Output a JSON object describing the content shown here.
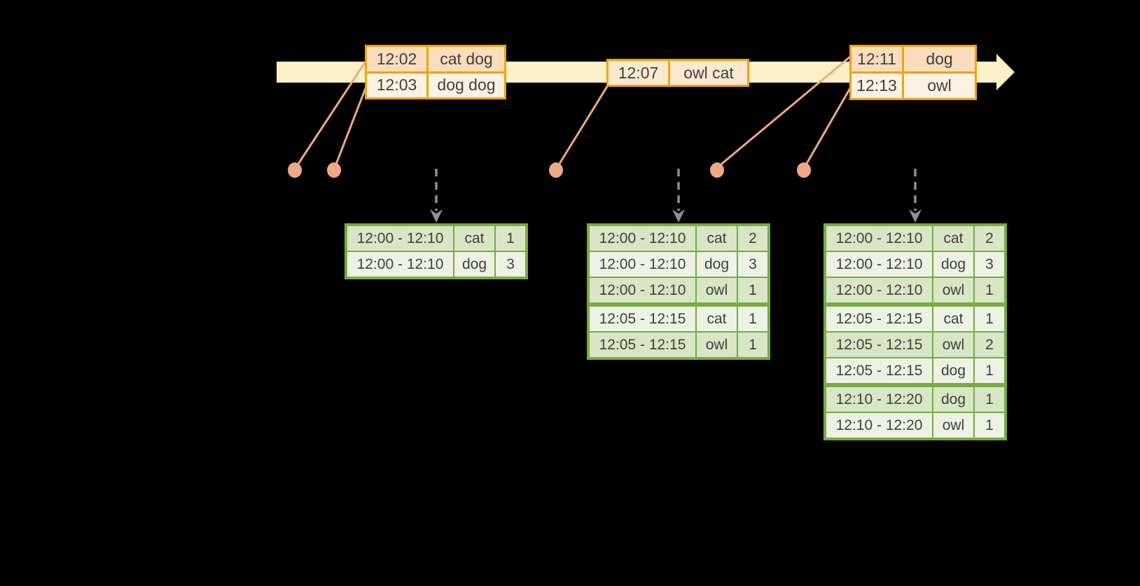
{
  "colors": {
    "background": "#000000",
    "timeline_band": "#FCF0C6",
    "event_table_border": "#F0A30B",
    "event_row_dark": "#FADDBD",
    "event_row_light": "#FDF2E3",
    "event_row_mid": "#FBE9D2",
    "connector_dot": "#F0A884",
    "trigger_arrow": "#8F8F8F",
    "result_table_border": "#76AC41",
    "result_row_dark": "#D8E6C5",
    "result_row_light": "#EDF2E4",
    "text": "#3F3F3F"
  },
  "icons": {
    "timeline_arrowhead": "right-arrowhead",
    "trigger_arrow": "down-arrowhead",
    "event_dot": "filled-circle"
  },
  "input_tables": [
    {
      "rows": [
        {
          "time": "12:02",
          "words": "cat dog"
        },
        {
          "time": "12:03",
          "words": "dog dog"
        }
      ]
    },
    {
      "rows": [
        {
          "time": "12:07",
          "words": "owl cat"
        }
      ]
    },
    {
      "rows": [
        {
          "time": "12:11",
          "words": "dog"
        },
        {
          "time": "12:13",
          "words": "owl"
        }
      ]
    }
  ],
  "result_tables": [
    {
      "rows": [
        {
          "window": "12:00 - 12:10",
          "word": "cat",
          "count": "1"
        },
        {
          "window": "12:00 - 12:10",
          "word": "dog",
          "count": "3"
        }
      ]
    },
    {
      "rows": [
        {
          "window": "12:00 - 12:10",
          "word": "cat",
          "count": "2"
        },
        {
          "window": "12:00 - 12:10",
          "word": "dog",
          "count": "3"
        },
        {
          "window": "12:00 - 12:10",
          "word": "owl",
          "count": "1"
        },
        {
          "window": "12:05 - 12:15",
          "word": "cat",
          "count": "1"
        },
        {
          "window": "12:05 - 12:15",
          "word": "owl",
          "count": "1"
        }
      ]
    },
    {
      "rows": [
        {
          "window": "12:00 - 12:10",
          "word": "cat",
          "count": "2"
        },
        {
          "window": "12:00 - 12:10",
          "word": "dog",
          "count": "3"
        },
        {
          "window": "12:00 - 12:10",
          "word": "owl",
          "count": "1"
        },
        {
          "window": "12:05 - 12:15",
          "word": "cat",
          "count": "1"
        },
        {
          "window": "12:05 - 12:15",
          "word": "owl",
          "count": "2"
        },
        {
          "window": "12:05 - 12:15",
          "word": "dog",
          "count": "1"
        },
        {
          "window": "12:10 - 12:20",
          "word": "dog",
          "count": "1"
        },
        {
          "window": "12:10 - 12:20",
          "word": "owl",
          "count": "1"
        }
      ]
    }
  ]
}
